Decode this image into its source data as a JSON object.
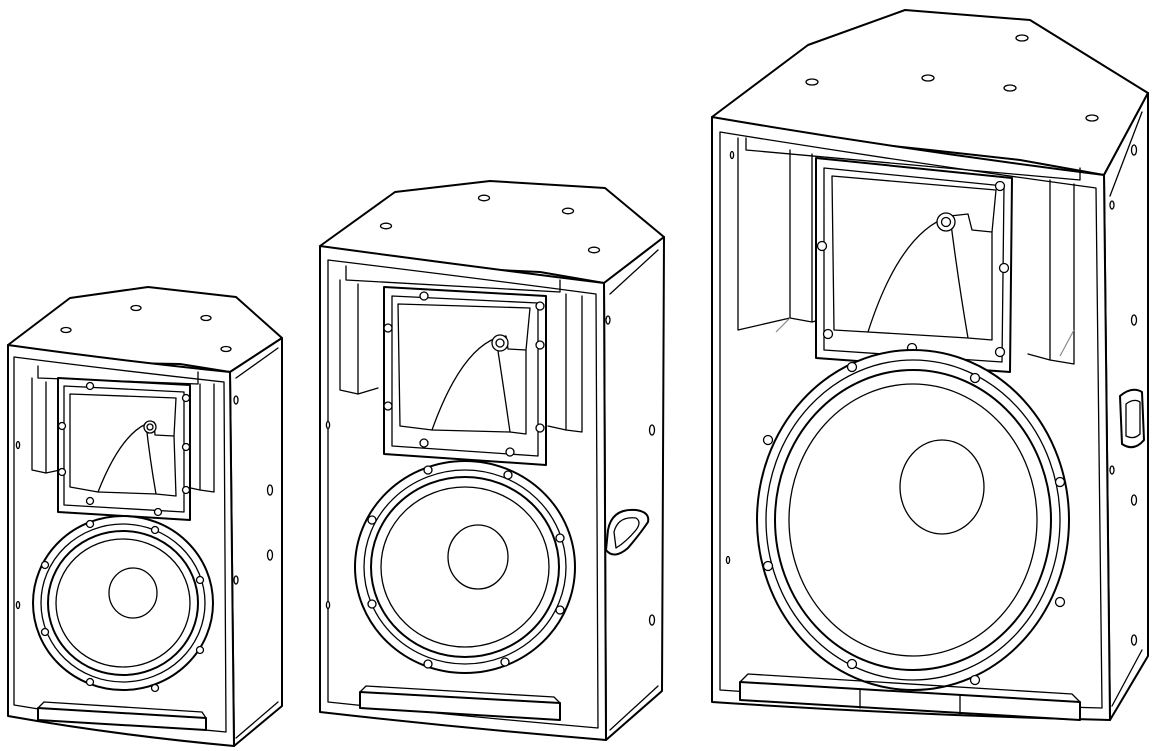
{
  "illustration": {
    "background_color": "#ffffff",
    "line_color": "#000000",
    "accent_line_color": "#8a8a8a",
    "speakers": [
      {
        "id": "small",
        "component_icons": [
          "horn-tweeter-icon",
          "woofer-icon",
          "carry-handle-icon"
        ]
      },
      {
        "id": "medium",
        "component_icons": [
          "horn-tweeter-icon",
          "woofer-icon",
          "side-handle-icon",
          "carry-handle-icon"
        ]
      },
      {
        "id": "large",
        "component_icons": [
          "horn-tweeter-icon",
          "woofer-icon",
          "side-handle-icon",
          "carry-handle-icon"
        ]
      }
    ]
  }
}
